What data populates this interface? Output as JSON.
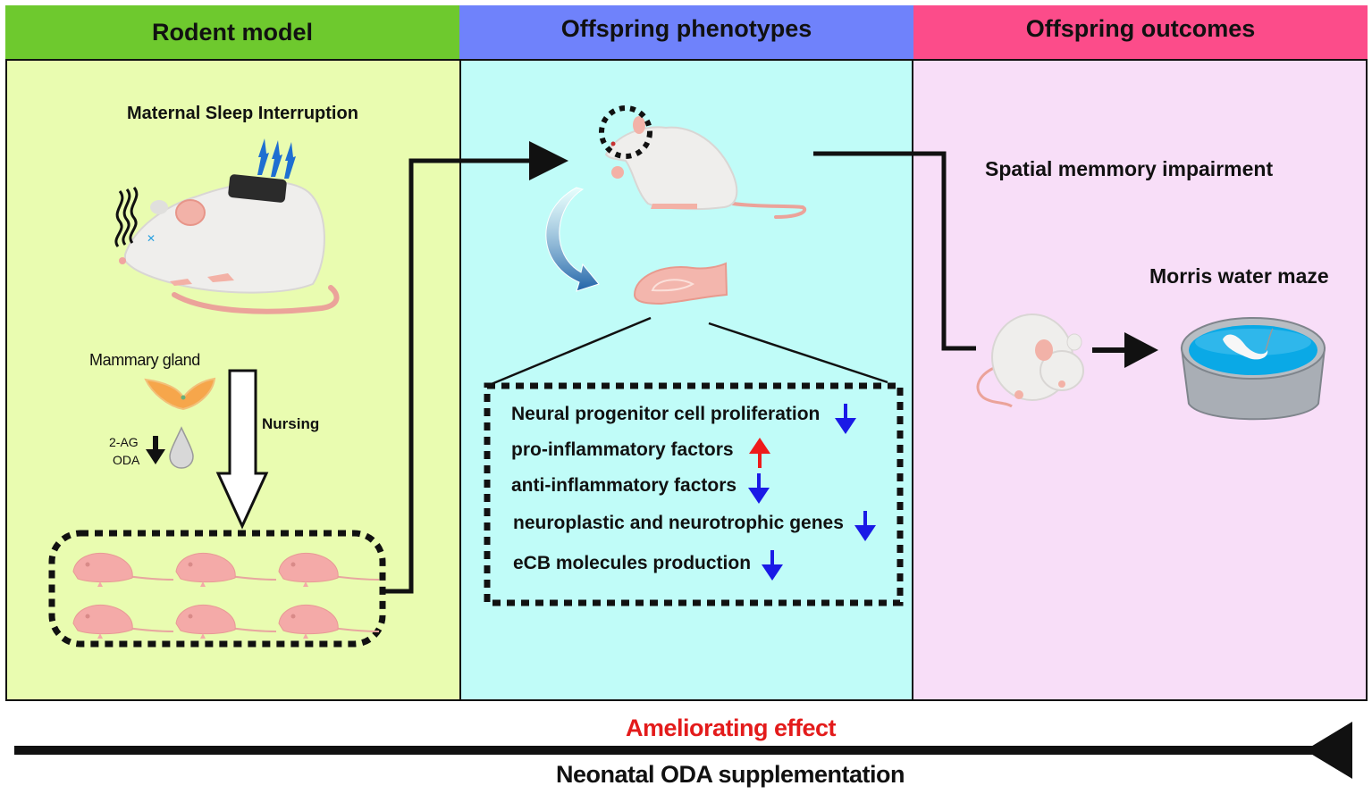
{
  "colors": {
    "header_rodent": "#6ec92e",
    "header_phenotypes": "#6f82fb",
    "header_outcomes": "#fc4c8a",
    "panel_rodent": "#e9fcb0",
    "panel_phenotypes": "#c0fcf8",
    "panel_outcomes": "#f8def8",
    "arrow_down": "#1a1ae6",
    "arrow_up": "#ee1b1b",
    "ameliorating": "#e31b1b"
  },
  "headers": {
    "rodent_model": "Rodent model",
    "offspring_phenotypes": "Offspring phenotypes",
    "offspring_outcomes": "Offspring outcomes"
  },
  "rodent_panel": {
    "title": "Maternal Sleep Interruption",
    "mammary_gland": "Mammary gland",
    "nursing": "Nursing",
    "milk_components": [
      "2-AG",
      "ODA"
    ],
    "milk_change": "down",
    "pup_count": 6
  },
  "phenotypes_panel": {
    "items": [
      {
        "label": "Neural progenitor cell proliferation",
        "direction": "down"
      },
      {
        "label": "pro-inflammatory factors",
        "direction": "up"
      },
      {
        "label": "anti-inflammatory factors",
        "direction": "down"
      },
      {
        "label": "neuroplastic and neurotrophic genes",
        "direction": "down"
      },
      {
        "label": "eCB molecules production",
        "direction": "down"
      }
    ]
  },
  "outcomes_panel": {
    "impairment": "Spatial memmory impairment",
    "test": "Morris water maze"
  },
  "footer": {
    "effect": "Ameliorating effect",
    "intervention": "Neonatal ODA supplementation"
  }
}
